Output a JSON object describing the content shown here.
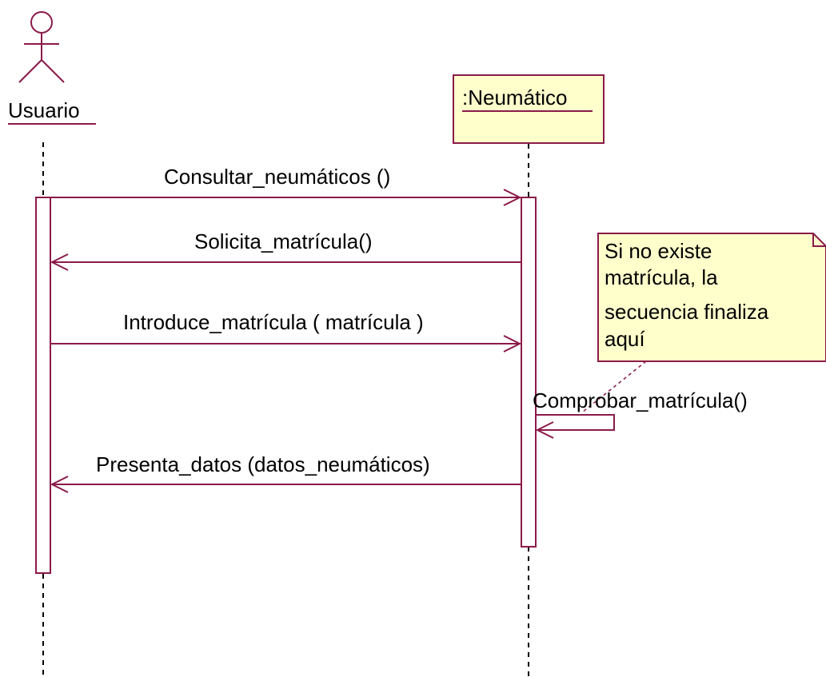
{
  "diagram": {
    "type": "uml-sequence",
    "colors": {
      "line": "#8b1a4a",
      "box_fill": "#ffffcc",
      "text": "#000000",
      "lifeline": "#000000"
    },
    "participants": [
      {
        "id": "usuario",
        "label": "Usuario",
        "kind": "actor"
      },
      {
        "id": "neumatico",
        "label": ":Neumático",
        "kind": "object"
      }
    ],
    "messages": [
      {
        "id": "m1",
        "label": "Consultar_neumáticos ()",
        "from": "usuario",
        "to": "neumatico",
        "kind": "call"
      },
      {
        "id": "m2",
        "label": "Solicita_matrícula()",
        "from": "neumatico",
        "to": "usuario",
        "kind": "call"
      },
      {
        "id": "m3",
        "label": "Introduce_matrícula ( matrícula )",
        "from": "usuario",
        "to": "neumatico",
        "kind": "call"
      },
      {
        "id": "m4",
        "label": "Comprobar_matrícula()",
        "from": "neumatico",
        "to": "neumatico",
        "kind": "self"
      },
      {
        "id": "m5",
        "label": "Presenta_datos (datos_neumáticos)",
        "from": "neumatico",
        "to": "usuario",
        "kind": "call"
      }
    ],
    "note": {
      "lines": [
        "Si no existe",
        "matrícula, la",
        "secuencia finaliza",
        "aquí"
      ],
      "attached_to": "m4"
    }
  }
}
